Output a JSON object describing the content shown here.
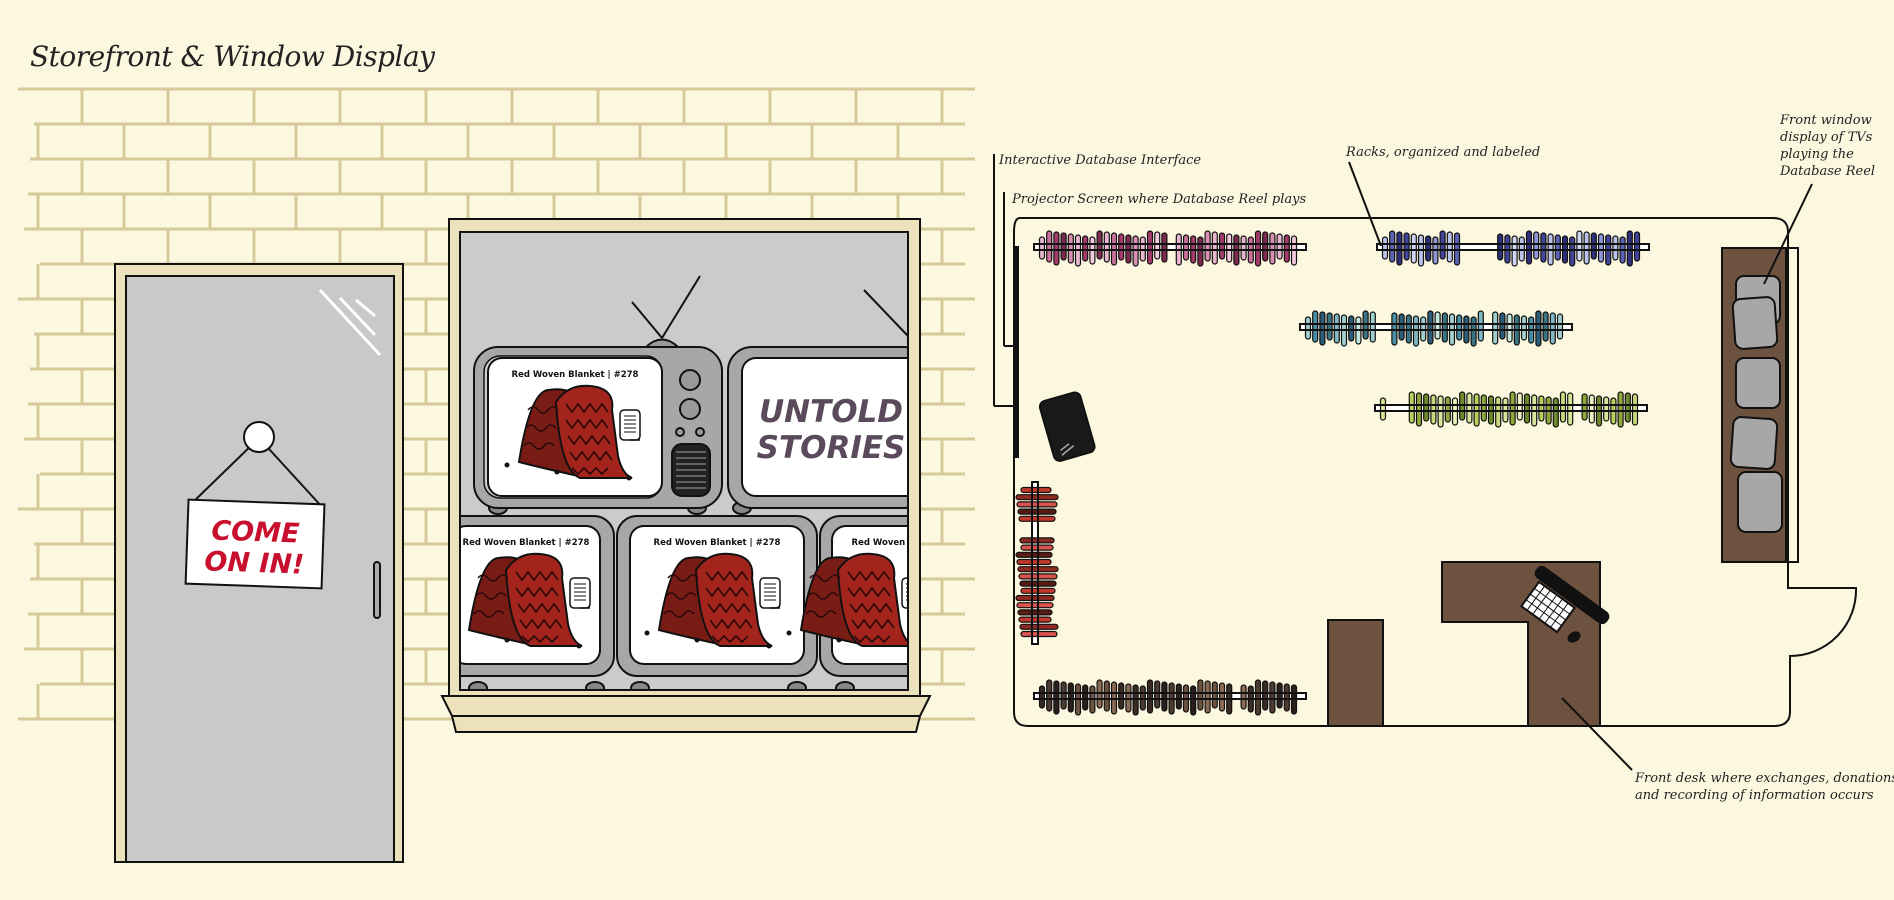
{
  "title": "Storefront & Window Display",
  "door_sign": {
    "line1": "COME",
    "line2": "ON IN!"
  },
  "tv_item_label": "Red Woven Blanket | #278",
  "tv_message": {
    "line1": "UNTOLD",
    "line2": "STORIES"
  },
  "annotations": {
    "interactive_db": "Interactive Database Interface",
    "projector": "Projector Screen where Database Reel plays",
    "racks": "Racks, organized and labeled",
    "front_window": [
      "Front window",
      "display of TVs",
      "playing the",
      "Database Reel"
    ],
    "front_desk": [
      "Front desk where exchanges, donations,",
      "and recording of information occurs"
    ]
  },
  "colors": {
    "background": "#fcf7df",
    "brick_mortar": "#d6c99a",
    "door_gray": "#c9c9c9",
    "sign_red": "#c8102e",
    "blanket_red": "#a3241c",
    "desk_brown": "#6e5240",
    "tv_gray": "#a7a7a7",
    "message_text": "#5a4a5c"
  }
}
